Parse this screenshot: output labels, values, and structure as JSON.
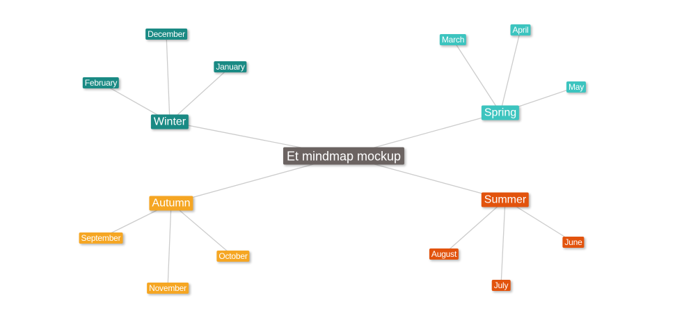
{
  "mindmap": {
    "root": {
      "id": "root",
      "label": "Et mindmap mockup",
      "color": "#6b6361"
    },
    "branches": [
      {
        "id": "winter",
        "label": "Winter",
        "color": "#1a8a84",
        "children": [
          {
            "id": "december",
            "label": "December"
          },
          {
            "id": "january",
            "label": "January"
          },
          {
            "id": "february",
            "label": "February"
          }
        ]
      },
      {
        "id": "spring",
        "label": "Spring",
        "color": "#3cc4bf",
        "children": [
          {
            "id": "march",
            "label": "March"
          },
          {
            "id": "april",
            "label": "April"
          },
          {
            "id": "may",
            "label": "May"
          }
        ]
      },
      {
        "id": "autumn",
        "label": "Autumn",
        "color": "#f5a623",
        "children": [
          {
            "id": "september",
            "label": "September"
          },
          {
            "id": "october",
            "label": "October"
          },
          {
            "id": "november",
            "label": "November"
          }
        ]
      },
      {
        "id": "summer",
        "label": "Summer",
        "color": "#e2530d",
        "children": [
          {
            "id": "august",
            "label": "August"
          },
          {
            "id": "july",
            "label": "July"
          },
          {
            "id": "june",
            "label": "June"
          }
        ]
      }
    ]
  }
}
